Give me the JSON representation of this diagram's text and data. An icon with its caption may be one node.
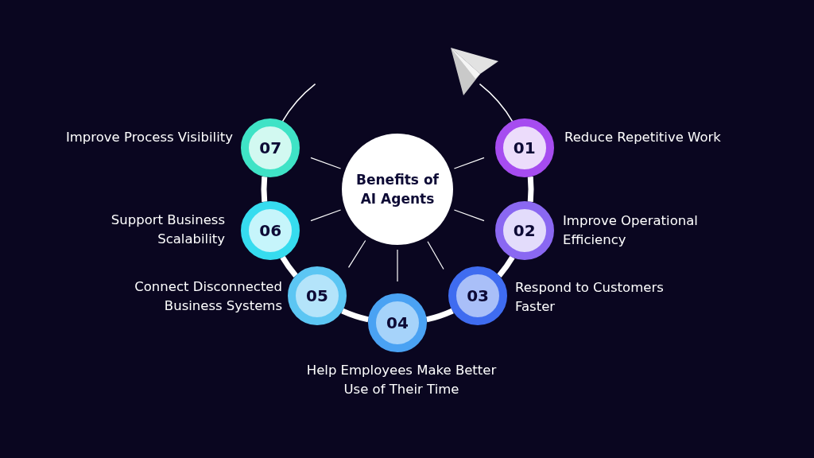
{
  "diagram": {
    "nodes": [
      {
        "text": [
          "Benefits of AI Agents"
        ]
      },
      {
        "text": [
          "01"
        ],
        "beside": [
          "Reduce Repetitive Work"
        ]
      },
      {
        "text": [
          "02"
        ],
        "beside": [
          "Improve Operational Efficiency"
        ]
      },
      {
        "text": [
          "03"
        ],
        "beside": [
          "Respond to Customers Faster"
        ]
      },
      {
        "text": [
          "04"
        ],
        "beside": [
          "Help Employees Make Better Use of Their Time"
        ]
      },
      {
        "text": [
          "05"
        ],
        "beside": [
          "Connect Disconnected Business Systems"
        ]
      },
      {
        "text": [
          "06"
        ],
        "beside": [
          "Support Business Scalability"
        ]
      },
      {
        "text": [
          "07"
        ],
        "beside": [
          "Improve Process Visibility"
        ]
      }
    ],
    "edges": [
      {
        "from": 1,
        "to": 2,
        "arrow": "none"
      },
      {
        "from": 2,
        "to": 3,
        "arrow": "none"
      },
      {
        "from": 3,
        "to": 4,
        "arrow": "none"
      },
      {
        "from": 4,
        "to": 5,
        "arrow": "none"
      },
      {
        "from": 5,
        "to": 6,
        "arrow": "none"
      },
      {
        "from": 6,
        "to": 7,
        "arrow": "none"
      }
    ]
  }
}
